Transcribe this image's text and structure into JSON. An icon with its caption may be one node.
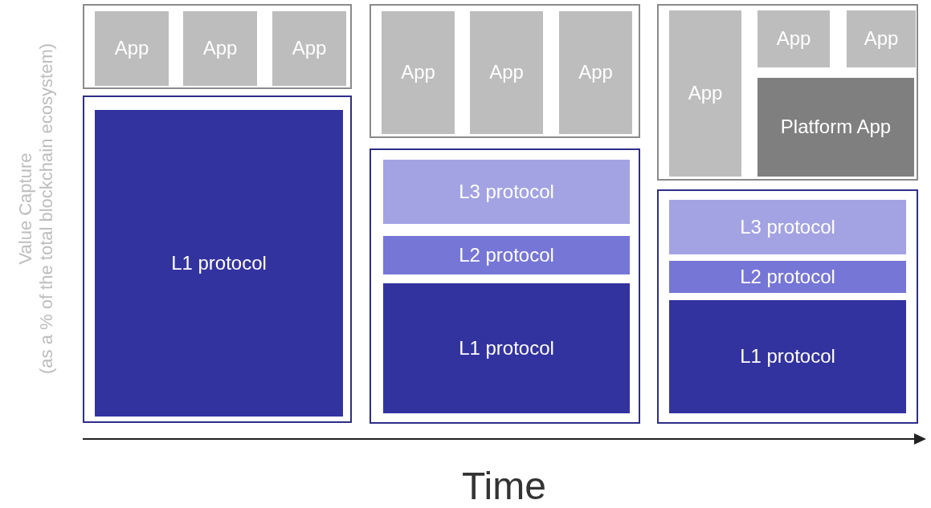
{
  "diagram": {
    "nodes": [
      {
        "text": [],
        "shape": "box"
      },
      {
        "text": [
          "App"
        ],
        "in": 0
      },
      {
        "text": [
          "App"
        ],
        "in": 0
      },
      {
        "text": [
          "App"
        ],
        "in": 0
      },
      {
        "text": [],
        "shape": "box"
      },
      {
        "text": [
          "L1 protocol"
        ],
        "in": 4
      },
      {
        "text": [],
        "shape": "box"
      },
      {
        "text": [
          "App"
        ],
        "in": 6
      },
      {
        "text": [
          "App"
        ],
        "in": 6
      },
      {
        "text": [
          "App"
        ],
        "in": 6
      },
      {
        "text": [],
        "shape": "box"
      },
      {
        "text": [
          "L3 protocol"
        ],
        "in": 10
      },
      {
        "text": [
          "L2 protocol"
        ],
        "in": 10
      },
      {
        "text": [
          "L1 protocol"
        ],
        "in": 10
      },
      {
        "text": [],
        "shape": "box"
      },
      {
        "text": [
          "App"
        ],
        "in": 14
      },
      {
        "text": [
          "App"
        ],
        "in": 14
      },
      {
        "text": [
          "App"
        ],
        "in": 14
      },
      {
        "text": [
          "Platform App"
        ],
        "in": 14
      },
      {
        "text": [],
        "shape": "box"
      },
      {
        "text": [
          "L3 protocol"
        ],
        "in": 19
      },
      {
        "text": [
          "L2 protocol"
        ],
        "in": 19
      },
      {
        "text": [
          "L1 protocol"
        ],
        "in": 19
      }
    ],
    "edges": [],
    "labels": [
      "Value Capture",
      "(as a % of the total blockchain ecosystem)",
      "Time"
    ]
  }
}
